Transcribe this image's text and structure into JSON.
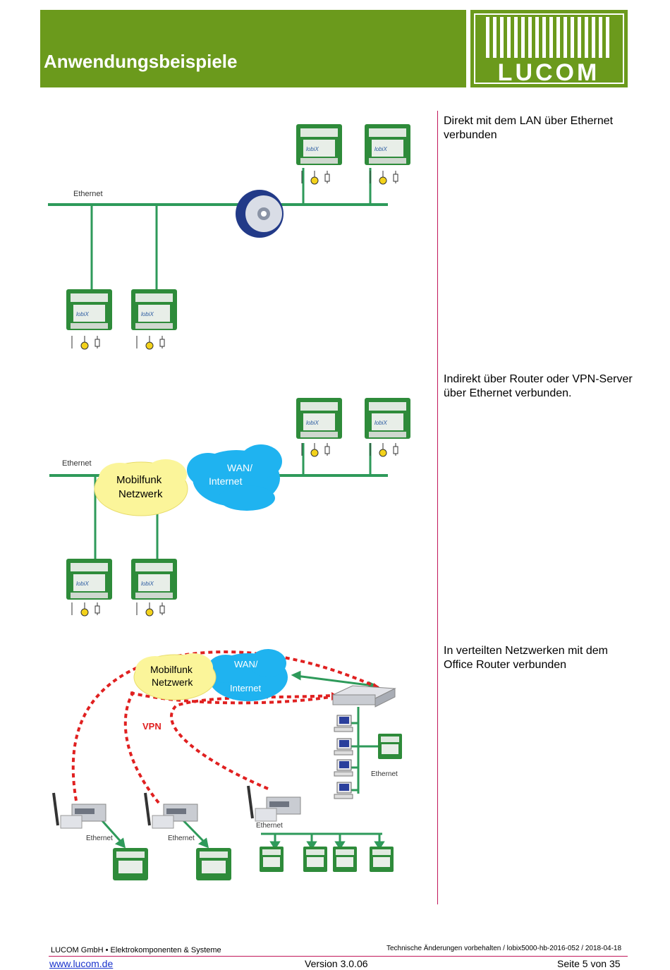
{
  "header": {
    "title": "Anwendungsbeispiele",
    "logo_text": "LUCOM"
  },
  "sections": [
    {
      "description": "Direkt mit dem LAN über Ethernet verbunden",
      "labels": {
        "ethernet": "Ethernet"
      }
    },
    {
      "description": "Indirekt über Router oder VPN-Server über Ethernet verbunden.",
      "labels": {
        "ethernet": "Ethernet",
        "cloud_mobile": [
          "Mobilfunk",
          "Netzwerk"
        ],
        "cloud_wan": [
          "WAN/",
          "Internet"
        ]
      }
    },
    {
      "description": "In verteilten Netzwerken mit dem Office Router verbunden",
      "labels": {
        "cloud_mobile": [
          "Mobilfunk",
          "Netzwerk"
        ],
        "cloud_wan": [
          "WAN/",
          "Internet"
        ],
        "vpn": "VPN",
        "ethernet": "Ethernet"
      }
    }
  ],
  "device_label": "lobiX",
  "footer": {
    "company": "LUCOM GmbH • Elektrokomponenten & Systeme",
    "notice": "Technische Änderungen vorbehalten / lobix5000-hb-2016-052 / 2018-04-18",
    "website": "www.lucom.de",
    "version": "Version 3.0.06",
    "page": "Seite 5 von 35"
  },
  "colors": {
    "header_green": "#6b9a1c",
    "line_green": "#2e9a5a",
    "divider": "#c2185b",
    "vpn_red": "#e02020",
    "cloud_yellow": "#fbf59a",
    "cloud_blue": "#1fb3f0"
  }
}
